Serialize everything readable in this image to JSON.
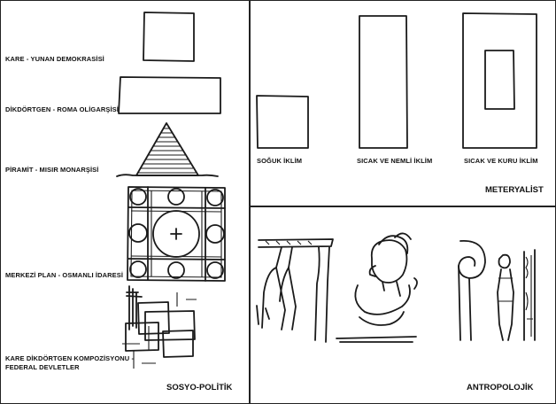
{
  "left_panel": {
    "title": "SOSYO-POLİTİK",
    "items": [
      {
        "label": "KARE -  YUNAN DEMOKRASİSİ"
      },
      {
        "label": "DİKDÖRTGEN - ROMA OLİGARŞİSİ"
      },
      {
        "label": "PİRAMİT - MISIR MONARŞİSİ"
      },
      {
        "label": "MERKEZİ PLAN - OSMANLI İDARESİ"
      },
      {
        "label_line1": "KARE DİKDÖRTGEN KOMPOZİSYONU -",
        "label_line2": "FEDERAL DEVLETLER"
      }
    ]
  },
  "top_right_panel": {
    "title": "METERYALİST",
    "items": [
      {
        "label": "SOĞUK İKLİM"
      },
      {
        "label": "SICAK VE NEMLİ İKLİM"
      },
      {
        "label": "SICAK VE KURU İKLİM"
      }
    ]
  },
  "bottom_right_panel": {
    "title": "ANTROPOLOJİK"
  }
}
